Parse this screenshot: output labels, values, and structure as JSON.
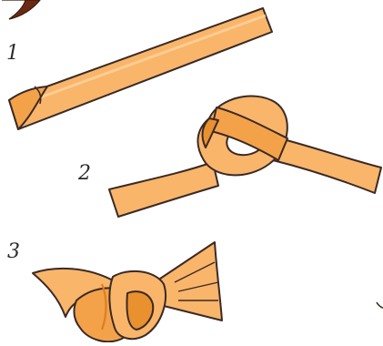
{
  "steps": [
    {
      "number": "1",
      "icon": "straight-ribbon-strip"
    },
    {
      "number": "2",
      "icon": "loose-ribbon-knot"
    },
    {
      "number": "3",
      "icon": "tied-ribbon-bow"
    }
  ],
  "colors": {
    "ribbon_fill": "#f9b56a",
    "ribbon_light": "#ffc983",
    "ribbon_dark": "#e9902f",
    "ribbon_shadow": "#dc7f20",
    "outline": "#3a2a24",
    "corner_brown": "#6a2a12"
  }
}
